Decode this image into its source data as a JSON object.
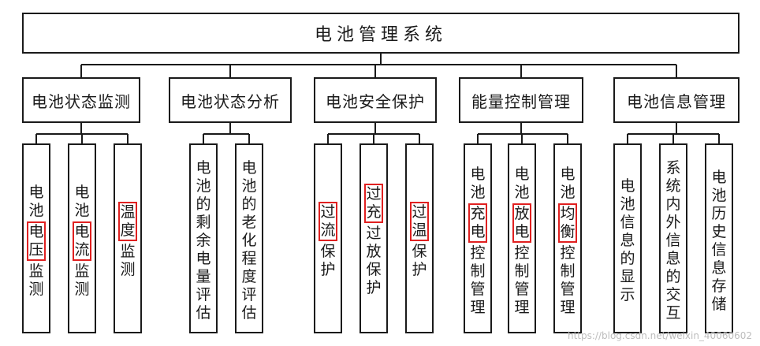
{
  "root": {
    "label": "电池管理系统"
  },
  "categories": [
    {
      "label": "电池状态监测",
      "leaves": [
        {
          "lines": [
            [
              "电",
              "池"
            ],
            [
              "电",
              "压"
            ],
            [
              "监",
              "测"
            ]
          ],
          "highlight": 1
        },
        {
          "lines": [
            [
              "电",
              "池"
            ],
            [
              "电",
              "流"
            ],
            [
              "监",
              "测"
            ]
          ],
          "highlight": 1
        },
        {
          "lines": [
            [
              "温",
              "度"
            ],
            [
              "监",
              "测"
            ]
          ],
          "highlight": 0
        }
      ]
    },
    {
      "label": "电池状态分析",
      "leaves": [
        {
          "lines": [
            [
              "电",
              "池",
              "的",
              "剩",
              "余",
              "电",
              "量",
              "评",
              "估"
            ]
          ],
          "highlight": -1
        },
        {
          "lines": [
            [
              "电",
              "池",
              "的",
              "老",
              "化",
              "程",
              "度",
              "评",
              "估"
            ]
          ],
          "highlight": -1
        }
      ]
    },
    {
      "label": "电池安全保护",
      "leaves": [
        {
          "lines": [
            [
              "过",
              "流"
            ],
            [
              "保",
              "护"
            ]
          ],
          "highlight": 0
        },
        {
          "lines": [
            [
              "过",
              "充"
            ],
            [
              "过",
              "放",
              "保",
              "护"
            ]
          ],
          "highlight": 0
        },
        {
          "lines": [
            [
              "过",
              "温"
            ],
            [
              "保",
              "护"
            ]
          ],
          "highlight": 0
        }
      ]
    },
    {
      "label": "能量控制管理",
      "leaves": [
        {
          "lines": [
            [
              "电",
              "池"
            ],
            [
              "充",
              "电"
            ],
            [
              "控",
              "制",
              "管",
              "理"
            ]
          ],
          "highlight": 1
        },
        {
          "lines": [
            [
              "电",
              "池"
            ],
            [
              "放",
              "电"
            ],
            [
              "控",
              "制",
              "管",
              "理"
            ]
          ],
          "highlight": 1
        },
        {
          "lines": [
            [
              "电",
              "池"
            ],
            [
              "均",
              "衡"
            ],
            [
              "控",
              "制",
              "管",
              "理"
            ]
          ],
          "highlight": 1
        }
      ]
    },
    {
      "label": "电池信息管理",
      "leaves": [
        {
          "lines": [
            [
              "电",
              "池",
              "信",
              "息",
              "的",
              "显",
              "示"
            ]
          ],
          "highlight": -1
        },
        {
          "lines": [
            [
              "系",
              "统",
              "内",
              "外",
              "信",
              "息",
              "的",
              "交",
              "互"
            ]
          ],
          "highlight": -1
        },
        {
          "lines": [
            [
              "电",
              "池",
              "历",
              "史",
              "信",
              "息",
              "存",
              "储"
            ]
          ],
          "highlight": -1
        }
      ]
    }
  ],
  "watermark": "https://blog.csdn.net/weixin_40060602",
  "colors": {
    "line": "#1a1a1a",
    "highlight": "#e02020"
  }
}
